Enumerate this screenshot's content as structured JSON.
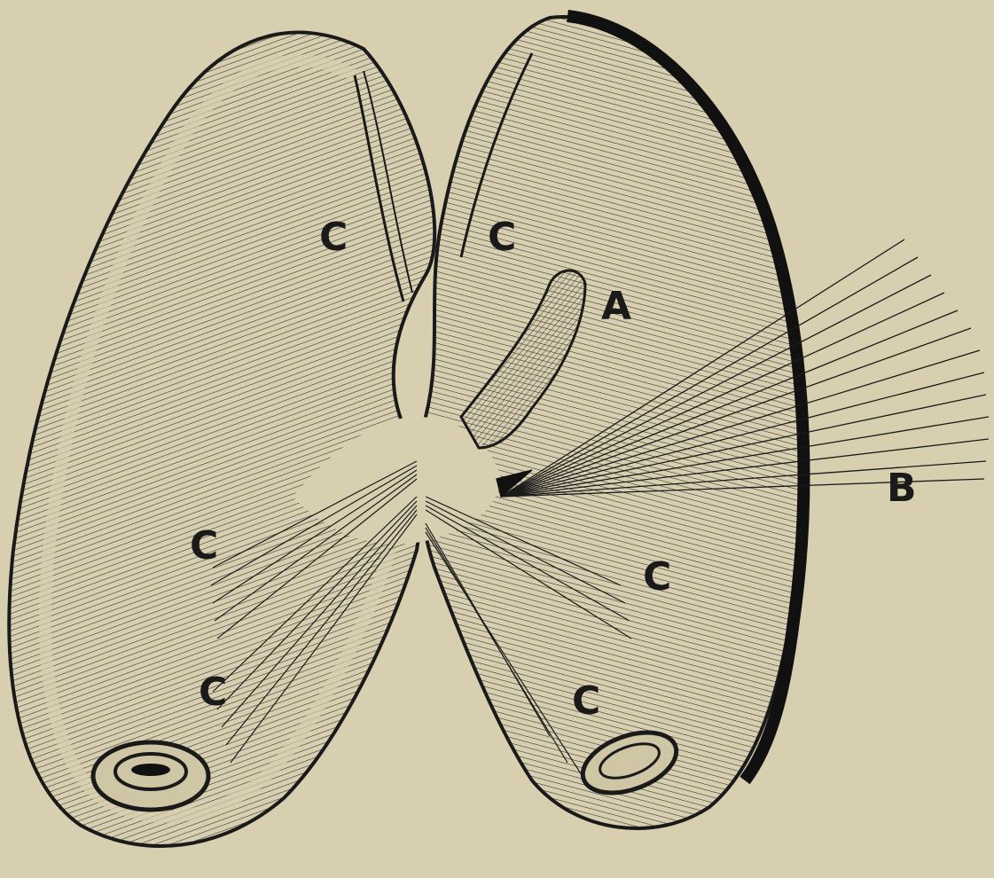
{
  "figure": {
    "labels": [
      {
        "id": "label-a",
        "text": "A"
      },
      {
        "id": "label-b",
        "text": "B"
      },
      {
        "id": "label-c-1",
        "text": "C"
      },
      {
        "id": "label-c-2",
        "text": "C"
      },
      {
        "id": "label-c-3",
        "text": "C"
      },
      {
        "id": "label-c-4",
        "text": "C"
      },
      {
        "id": "label-c-5",
        "text": "C"
      },
      {
        "id": "label-c-6",
        "text": "C"
      }
    ],
    "colors": {
      "paper": "#d8cfb0",
      "ink": "#1a1a1a",
      "shell_interior": "#cfc6a6"
    }
  }
}
